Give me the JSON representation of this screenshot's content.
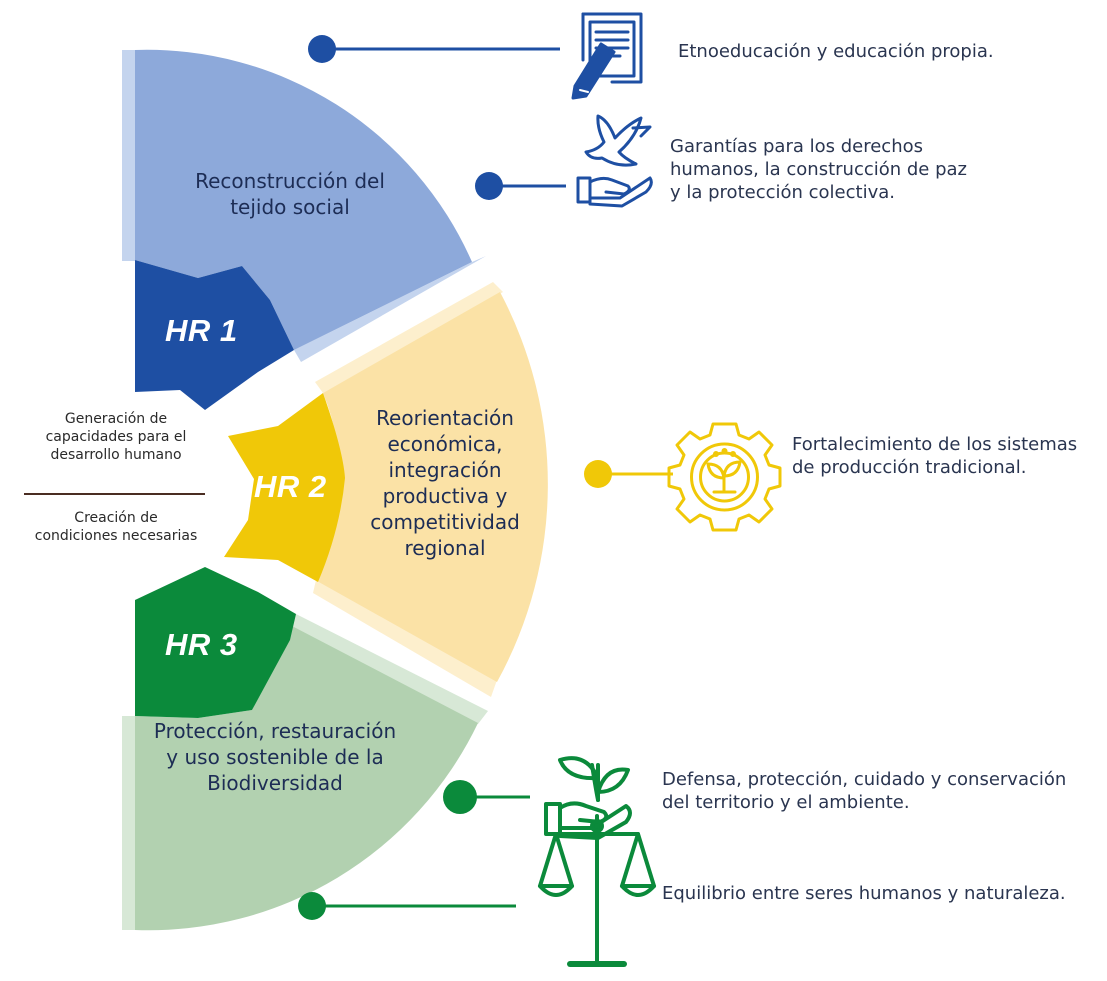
{
  "segments": [
    {
      "code": "HR 1",
      "title": "Reconstrucción del\ntejido social",
      "color": "#8DA9DA",
      "accent": "#1E4FA3",
      "band": "#C4D4EE"
    },
    {
      "code": "HR 2",
      "title": "Reorientación\neconómica,\nintegración\nproductiva y\ncompetitividad\nregional",
      "color": "#FBE2A6",
      "accent": "#F0C808",
      "band": "#FDEFCD"
    },
    {
      "code": "HR 3",
      "title": "Protección, restauración\ny uso sostenible de la\nBiodiversidad",
      "color": "#B2D1B0",
      "accent": "#0B8A3B",
      "band": "#D7E8D6"
    }
  ],
  "axis": {
    "upper": "Generación de\ncapacidades para el\ndesarrollo humano",
    "lower": "Creación de\ncondiciones necesarias",
    "divider_color": "#4a2d22"
  },
  "items": [
    {
      "icon": "document-pen-icon",
      "color": "#1E4FA3",
      "text": "Etnoeducación y educación propia."
    },
    {
      "icon": "dove-hand-icon",
      "color": "#1E4FA3",
      "text": "Garantías para los derechos\nhumanos, la construcción de paz\ny la protección colectiva."
    },
    {
      "icon": "gear-plant-icon",
      "color": "#F0C808",
      "text": "Fortalecimiento de los sistemas\nde producción tradicional."
    },
    {
      "icon": "plant-hand-icon",
      "color": "#0B8A3B",
      "text": "Defensa, protección, cuidado y conservación\ndel territorio y el ambiente."
    },
    {
      "icon": "balance-scale-icon",
      "color": "#0B8A3B",
      "text": "Equilibrio entre seres humanos y naturaleza."
    }
  ]
}
